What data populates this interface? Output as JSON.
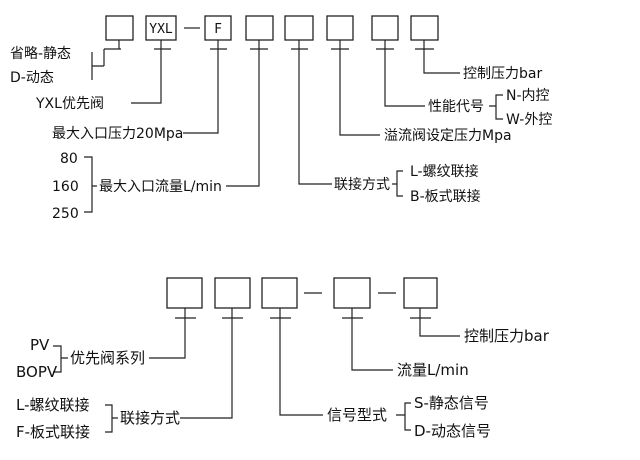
{
  "top": {
    "box2_label": "YXL",
    "box3_label": "F",
    "dash1": "—",
    "lines": {
      "l1": "省略-静态",
      "l2": "D-动态",
      "l3": "YXL优先阀",
      "l4": "最大入口压力20Mpa",
      "l5a": "80",
      "l5b": "160",
      "l5c": "250",
      "l5": "最大入口流量L/min",
      "l6": "联接方式",
      "l6a": "L-螺纹联接",
      "l6b": "B-板式联接",
      "l7": "溢流阀设定压力Mpa",
      "l8": "性能代号",
      "l8a": "N-内控",
      "l8b": "W-外控",
      "l9": "控制压力bar"
    }
  },
  "bottom": {
    "dash1": "—",
    "dash2": "—",
    "lines": {
      "m1a": "PV",
      "m1b": "BOPV",
      "m1": "优先阀系列",
      "m2a": "L-螺纹联接",
      "m2b": "F-板式联接",
      "m2": "联接方式",
      "m3": "信号型式",
      "m3a": "S-静态信号",
      "m3b": "D-动态信号",
      "m4": "流量L/min",
      "m5": "控制压力bar"
    }
  }
}
